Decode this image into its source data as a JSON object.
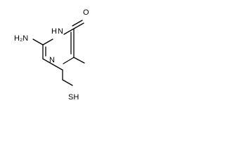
{
  "molecule": {
    "atoms": {
      "nh2": "H₂N",
      "n_ring_bottom": "N",
      "nh_ring_top": "H",
      "n_ring_top": "N",
      "oxygen": "O",
      "sh": "SH"
    },
    "colors": {
      "bond": "#000000",
      "label": "#000000",
      "background": "#ffffff"
    }
  }
}
